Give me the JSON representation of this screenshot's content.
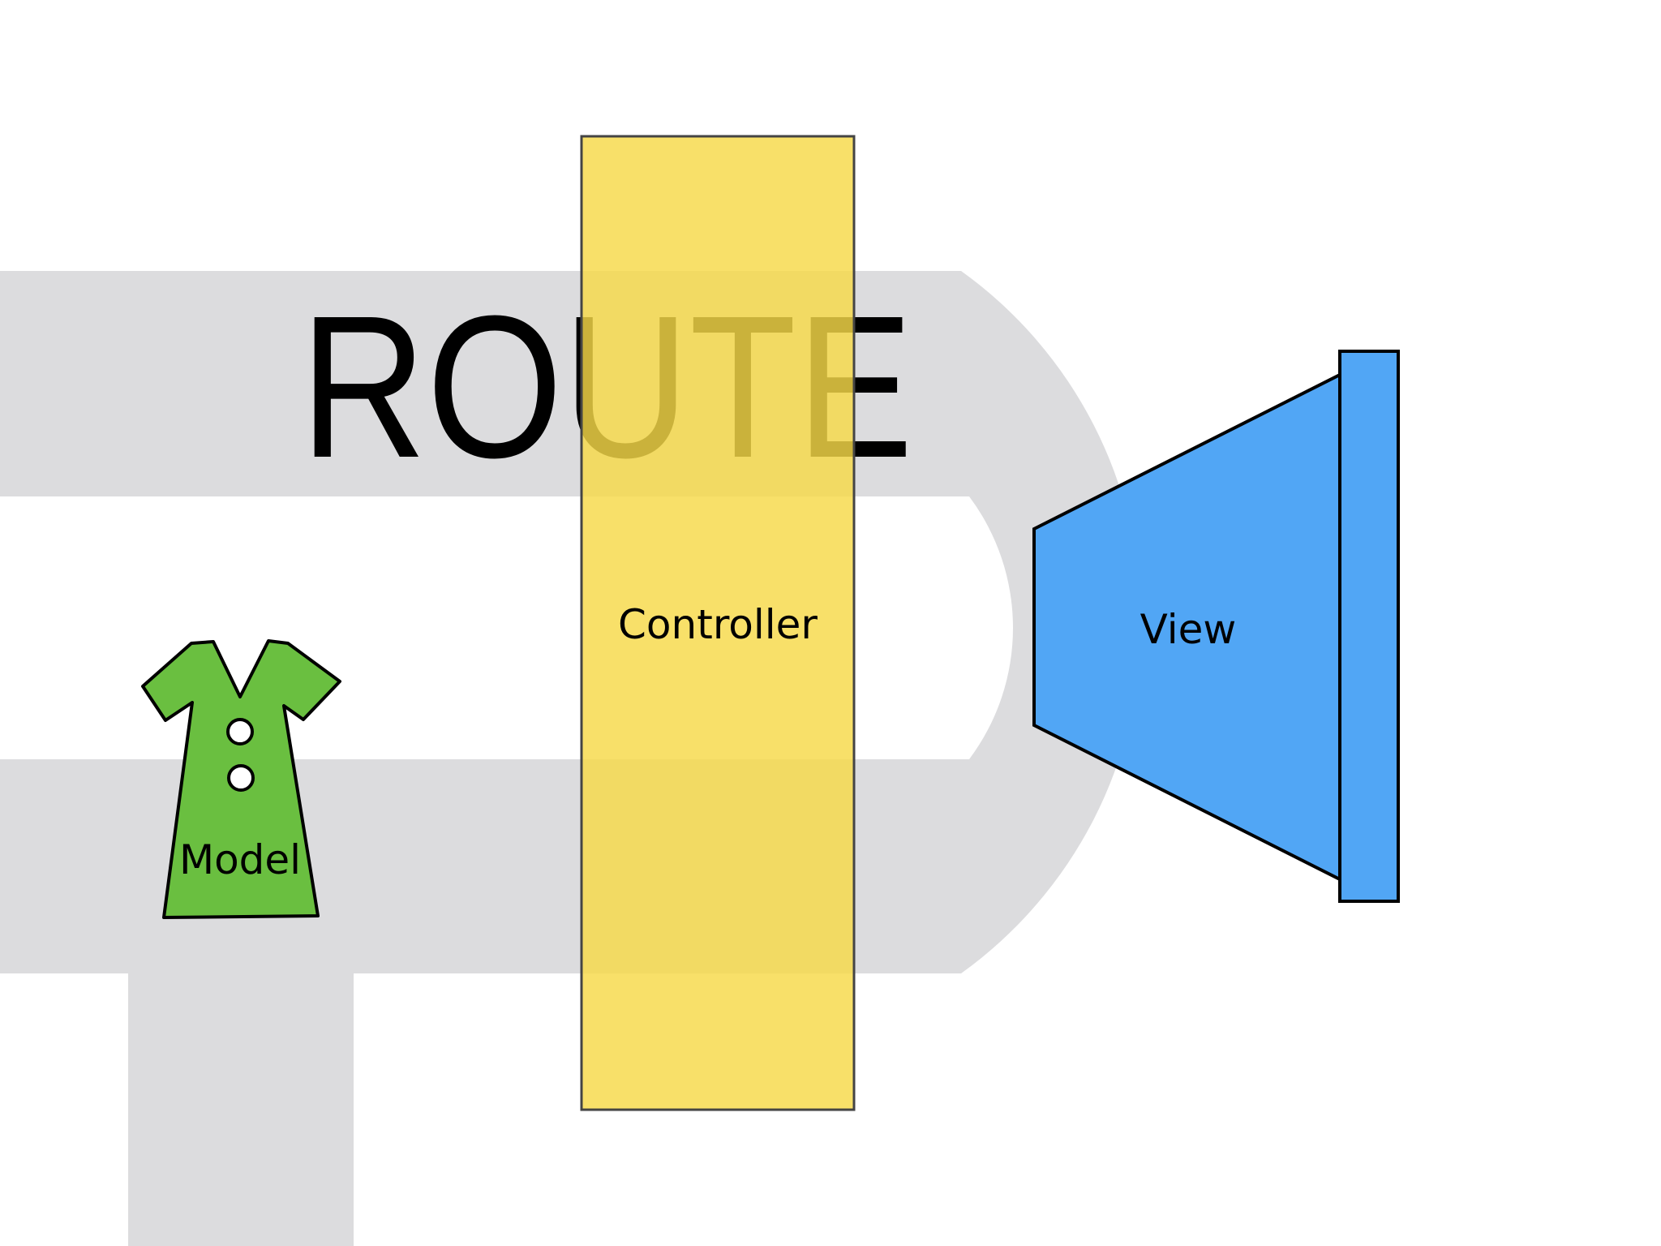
{
  "slide": {
    "title": "ROUTE",
    "model_label": "Model",
    "controller_label": "Controller",
    "view_label": "View"
  },
  "colors": {
    "background": "#ffffff",
    "route_path": "#dcdcde",
    "controller_fill": "#f7d948",
    "model_fill": "#6abf40",
    "view_fill": "#51a6f5",
    "outline": "#000000",
    "title": "#000000"
  },
  "icons": {
    "model": "dress-icon",
    "view": "speaker-icon"
  }
}
